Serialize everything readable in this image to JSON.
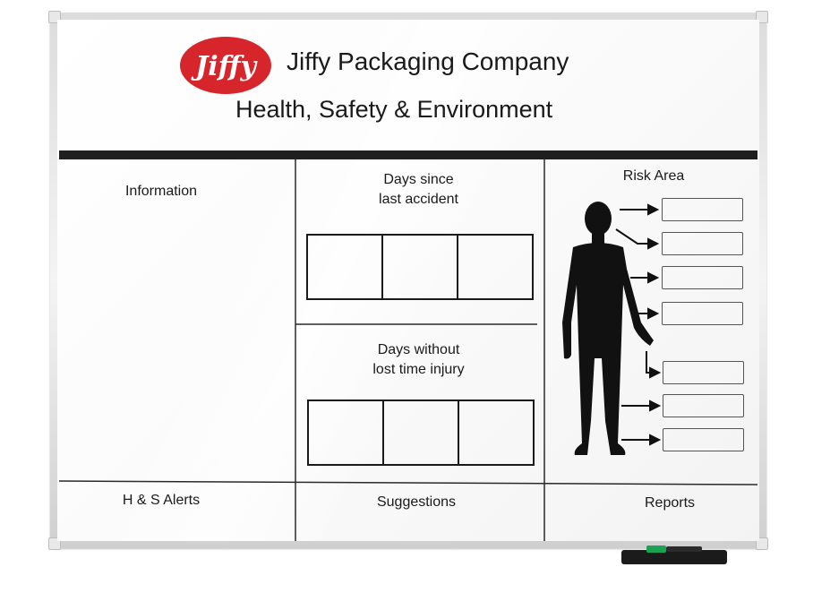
{
  "board": {
    "logo_text": "Jiffy",
    "company_name": "Jiffy Packaging Company",
    "subtitle": "Health, Safety & Environment",
    "sections": {
      "information": "Information",
      "days_since_accident": [
        "Days since",
        "last accident"
      ],
      "days_without_injury": [
        "Days without",
        "lost time injury"
      ],
      "risk_area": "Risk Area",
      "alerts": "H & S Alerts",
      "suggestions": "Suggestions",
      "reports": "Reports"
    }
  },
  "colors": {
    "logo_red": "#d7262b",
    "ink": "#1a1a1a",
    "header_rule": "#1f1f1f",
    "marker_body": "#1b1b1b",
    "marker_cap": "#1aa152"
  },
  "icons": [
    "person-silhouette-icon",
    "arrow-right-icon",
    "marker-pen-icon"
  ]
}
